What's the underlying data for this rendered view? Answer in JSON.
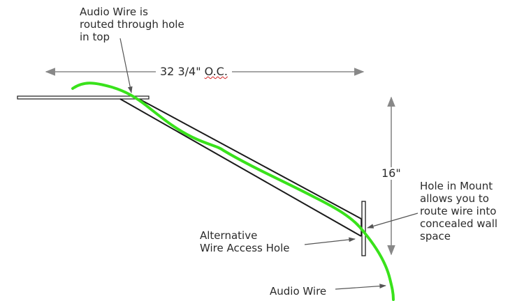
{
  "labels": {
    "audio_wire_top": "Audio Wire is\nrouted through hole\nin top",
    "width_dimension": "32 3/4\" ",
    "width_dimension_oc": "O.C.",
    "height_dimension": "16\"",
    "hole_in_mount": "Hole in Mount\nallows you to\nroute wire into\nconcealed wall\nspace",
    "alternative_hole": "Alternative\nWire Access Hole",
    "audio_wire_bottom": "Audio Wire"
  },
  "colors": {
    "wire": "#39e21b",
    "line": "#1a1a1a",
    "dimension": "#888888",
    "text": "#2b2b2b"
  }
}
